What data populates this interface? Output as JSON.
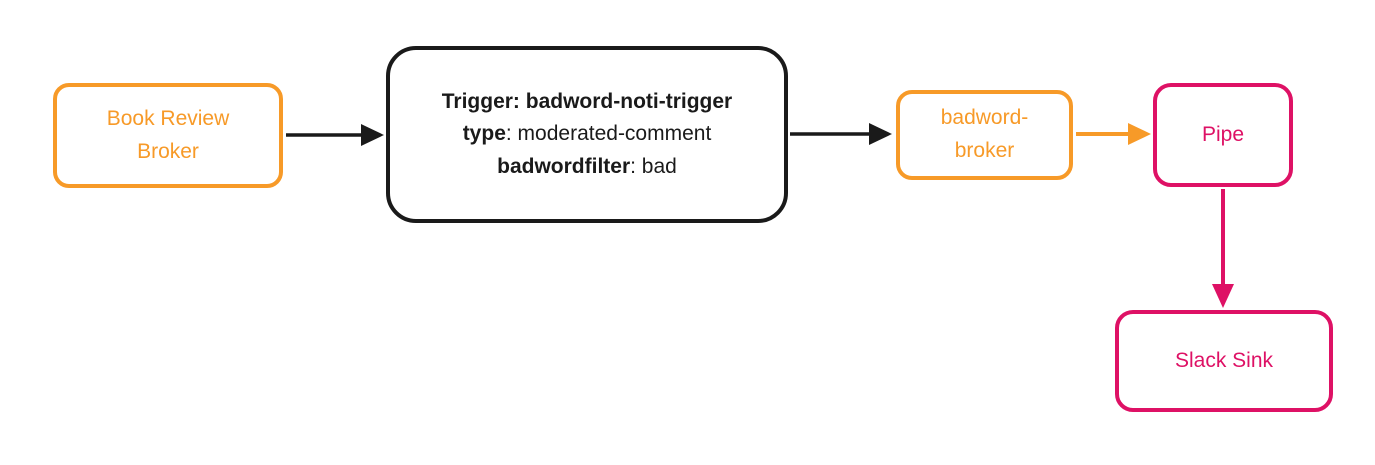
{
  "colors": {
    "orange": "#F79A28",
    "pink": "#DE1165",
    "black": "#1A1A1A",
    "bg": "#FFFFFF"
  },
  "nodes": {
    "book_review_broker": {
      "label": "Book Review Broker",
      "color": "orange"
    },
    "trigger": {
      "line1": "Trigger: badword-noti-trigger",
      "line2_key": "type",
      "line2_value": ": moderated-comment",
      "line3_key": "badwordfilter",
      "line3_value": ": bad",
      "color": "black"
    },
    "badword_broker": {
      "label": "badword-broker",
      "color": "orange"
    },
    "pipe": {
      "label": "Pipe",
      "color": "pink"
    },
    "slack_sink": {
      "label": "Slack Sink",
      "color": "pink"
    }
  },
  "edges": [
    {
      "from": "book_review_broker",
      "to": "trigger",
      "color": "black",
      "direction": "right"
    },
    {
      "from": "trigger",
      "to": "badword_broker",
      "color": "black",
      "direction": "right"
    },
    {
      "from": "badword_broker",
      "to": "pipe",
      "color": "orange",
      "direction": "right"
    },
    {
      "from": "pipe",
      "to": "slack_sink",
      "color": "pink",
      "direction": "down"
    }
  ]
}
